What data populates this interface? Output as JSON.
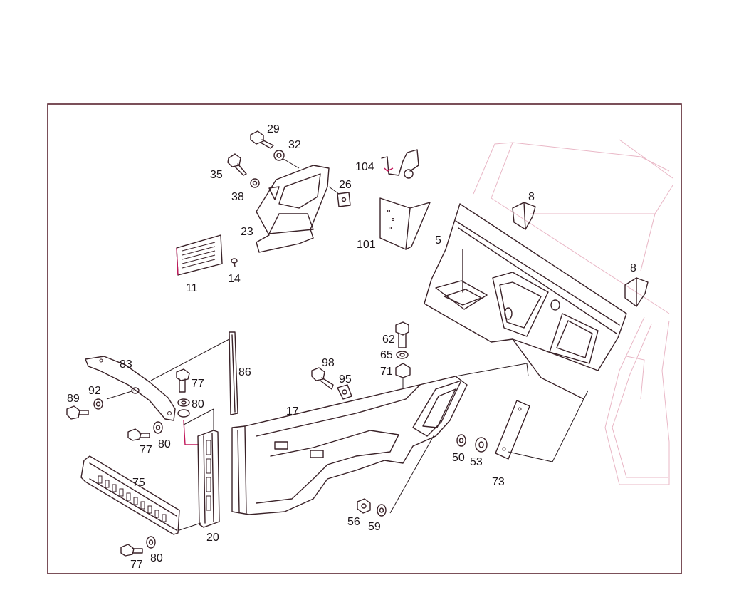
{
  "diagram": {
    "callouts": [
      "29",
      "32",
      "35",
      "26",
      "104",
      "38",
      "8",
      "23",
      "101",
      "5",
      "8",
      "11",
      "14",
      "62",
      "83",
      "86",
      "98",
      "65",
      "71",
      "95",
      "77",
      "89",
      "92",
      "80",
      "17",
      "77",
      "80",
      "50",
      "53",
      "73",
      "75",
      "56",
      "59",
      "20",
      "77",
      "80"
    ],
    "colors": {
      "frame": "#5a2430",
      "ink": "#3a2228",
      "ghost": "#e9b7c6",
      "accent": "#c2185b"
    }
  }
}
